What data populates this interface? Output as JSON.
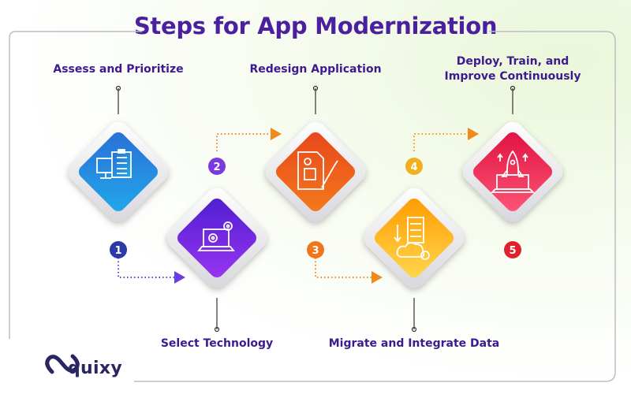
{
  "title": "Steps for App Modernization",
  "steps": [
    {
      "number": "1",
      "label": "Assess and Prioritize",
      "icon": "checklist-monitor-icon",
      "color_from": "#2e7ee0",
      "color_to": "#1aa3e8",
      "badge": "#2b3aa6"
    },
    {
      "number": "2",
      "label": "Select Technology",
      "icon": "laptop-gear-icon",
      "color_from": "#5a1fd8",
      "color_to": "#8d2ff0",
      "badge": "#7b3ae0"
    },
    {
      "number": "3",
      "label": "Redesign Application",
      "icon": "document-design-icon",
      "color_from": "#e8501a",
      "color_to": "#f06a1a",
      "badge": "#f0761e"
    },
    {
      "number": "4",
      "label": "Migrate and Integrate Data",
      "icon": "cloud-server-icon",
      "color_from": "#ffa500",
      "color_to": "#ffd24a",
      "badge": "#f0b020"
    },
    {
      "number": "5",
      "label": "Deploy, Train, and Improve Continuously",
      "label_lines": [
        "Deploy, Train, and",
        "Improve Continuously"
      ],
      "icon": "rocket-laptop-icon",
      "color_from": "#e8194d",
      "color_to": "#ff4a70",
      "badge": "#e0202c"
    }
  ],
  "logo": {
    "text": "quixy"
  }
}
